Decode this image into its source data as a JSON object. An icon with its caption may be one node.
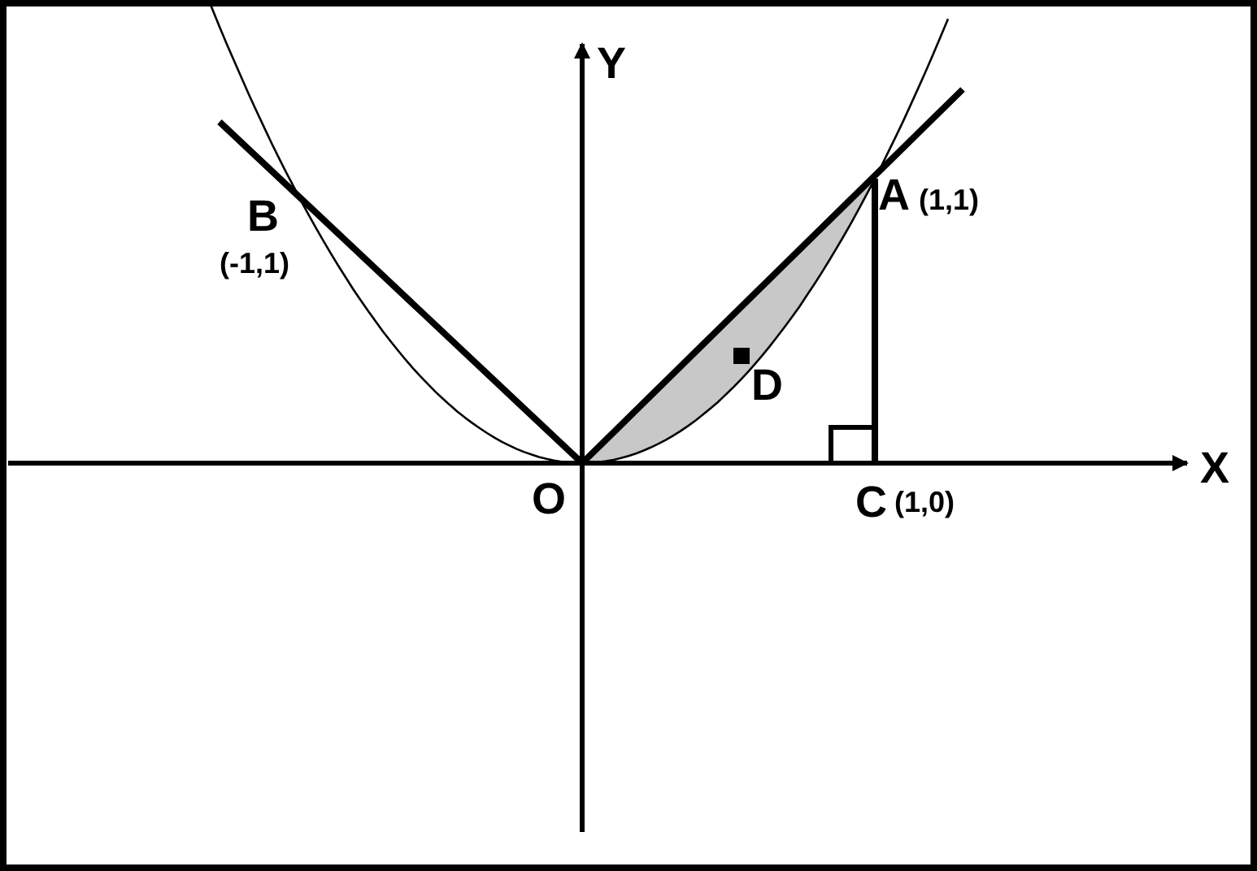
{
  "diagram": {
    "labels": [
      "Y",
      "B",
      "(-1,1)",
      "A",
      "(1,1)",
      "D",
      "O",
      "C",
      "(1,0)",
      "X"
    ]
  }
}
